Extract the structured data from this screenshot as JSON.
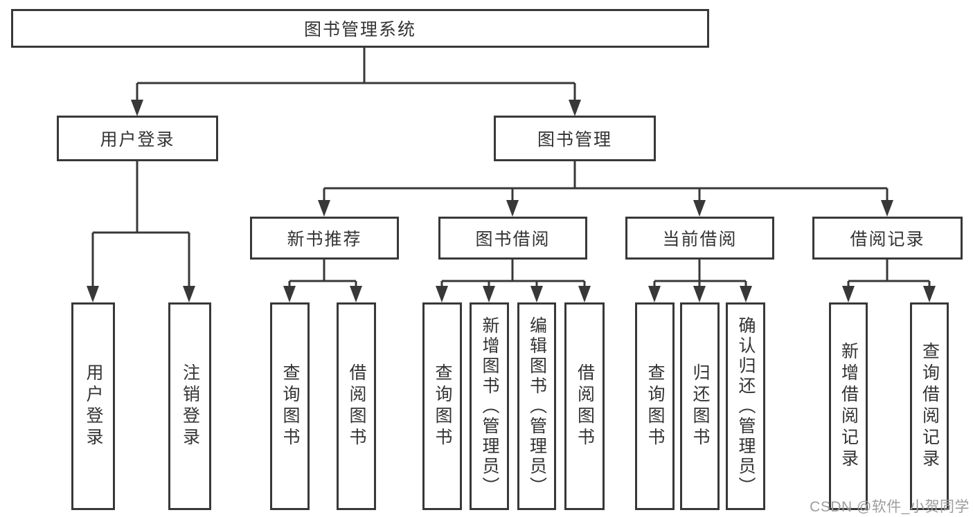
{
  "diagram": {
    "title": "图书管理系统",
    "watermark": "CSDN @软件_小贺同学",
    "colors": {
      "line": "#383838",
      "border": "#383838",
      "text": "#333333",
      "watermark_text": "#9d9d9d",
      "background": "#ffffff"
    },
    "nodes": {
      "root": {
        "label": "图书管理系统"
      },
      "user_login": {
        "label": "用户登录"
      },
      "book_mgmt": {
        "label": "图书管理"
      },
      "new_book_rec": {
        "label": "新书推荐"
      },
      "book_borrow": {
        "label": "图书借阅"
      },
      "current_borrow": {
        "label": "当前借阅"
      },
      "borrow_records": {
        "label": "借阅记录"
      },
      "leaf_user_login": {
        "label": "用户登录"
      },
      "leaf_logout_login": {
        "label": "注销登录"
      },
      "leaf_query_book_rec": {
        "label": "查询图书"
      },
      "leaf_borrow_book_rec": {
        "label": "借阅图书"
      },
      "leaf_query_book_borrow": {
        "label": "查询图书"
      },
      "leaf_add_book": {
        "label": "新增图书（管理员）"
      },
      "leaf_edit_book": {
        "label": "编辑图书（管理员）"
      },
      "leaf_borrow_book": {
        "label": "借阅图书"
      },
      "leaf_query_book_current": {
        "label": "查询图书"
      },
      "leaf_return_book": {
        "label": "归还图书"
      },
      "leaf_confirm_return": {
        "label": "确认归还（管理员）"
      },
      "leaf_add_borrow_record": {
        "label": "新增借阅记录"
      },
      "leaf_query_borrow_record": {
        "label": "查询借阅记录"
      }
    },
    "hierarchy": {
      "root": [
        "user_login",
        "book_mgmt"
      ],
      "user_login": [
        "leaf_user_login",
        "leaf_logout_login"
      ],
      "book_mgmt": [
        "new_book_rec",
        "book_borrow",
        "current_borrow",
        "borrow_records"
      ],
      "new_book_rec": [
        "leaf_query_book_rec",
        "leaf_borrow_book_rec"
      ],
      "book_borrow": [
        "leaf_query_book_borrow",
        "leaf_add_book",
        "leaf_edit_book",
        "leaf_borrow_book"
      ],
      "current_borrow": [
        "leaf_query_book_current",
        "leaf_return_book",
        "leaf_confirm_return"
      ],
      "borrow_records": [
        "leaf_add_borrow_record",
        "leaf_query_borrow_record"
      ]
    }
  }
}
